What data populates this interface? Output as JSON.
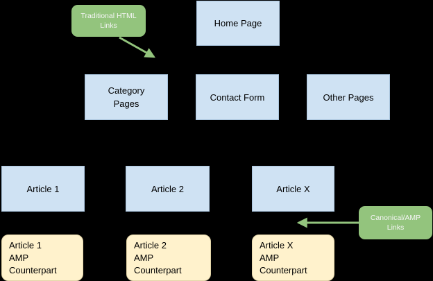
{
  "diagram": {
    "nodes": {
      "home": {
        "label": "Home Page"
      },
      "category": {
        "label": "Category\nPages"
      },
      "contact": {
        "label": "Contact Form"
      },
      "other": {
        "label": "Other Pages"
      },
      "article1": {
        "label": "Article 1"
      },
      "article2": {
        "label": "Article 2"
      },
      "articlex": {
        "label": "Article X"
      },
      "amp1": {
        "label": "Article 1\nAMP\nCounterpart"
      },
      "amp2": {
        "label": "Article 2\nAMP\nCounterpart"
      },
      "ampx": {
        "label": "Article X\nAMP\nCounterpart"
      }
    },
    "annotations": {
      "traditional": {
        "label": "Traditional HTML\nLinks"
      },
      "canonical": {
        "label": "Canonical/AMP\nLinks"
      }
    },
    "colors": {
      "background": "#000000",
      "page_fill": "#cfe2f3",
      "page_border": "#a9c4dd",
      "amp_fill": "#fff2cc",
      "amp_border": "#e3d5a8",
      "annotation_fill": "#93c47d",
      "annotation_text": "#f5f5f5",
      "arrow": "#93c47d",
      "node_text": "#000000"
    }
  }
}
